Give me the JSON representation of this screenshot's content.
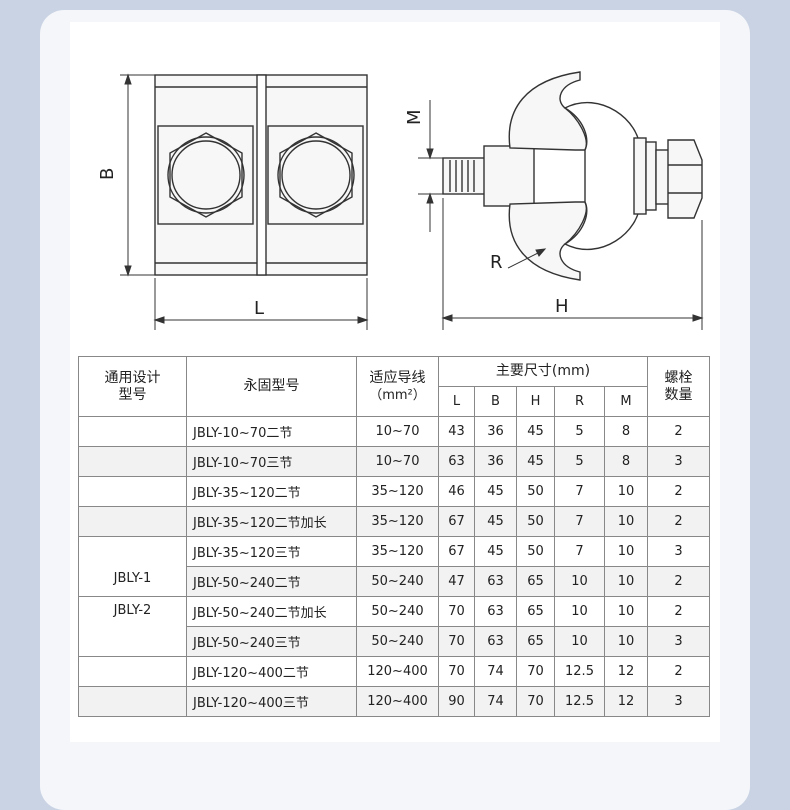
{
  "drawing": {
    "dim_B": "B",
    "dim_L": "L",
    "dim_M": "M",
    "dim_R": "R",
    "dim_H": "H"
  },
  "table": {
    "header_design_model": "通用设计\n型号",
    "header_permanent_model": "永固型号",
    "header_wire_line1": "适应导线",
    "header_wire_line2": "（mm²）",
    "header_main_dims": "主要尺寸(mm)",
    "header_bolt": "螺栓\n数量",
    "dim_cols": [
      "L",
      "B",
      "H",
      "R",
      "M"
    ],
    "groups": [
      {
        "label": "JBLY-1"
      },
      {
        "label": "JBLY-2"
      }
    ],
    "rows": [
      {
        "model": "JBLY-10~70二节",
        "wire": "10~70",
        "L": "43",
        "B": "36",
        "H": "45",
        "R": "5",
        "M": "8",
        "bolts": "2"
      },
      {
        "model": "JBLY-10~70三节",
        "wire": "10~70",
        "L": "63",
        "B": "36",
        "H": "45",
        "R": "5",
        "M": "8",
        "bolts": "3"
      },
      {
        "model": "JBLY-35~120二节",
        "wire": "35~120",
        "L": "46",
        "B": "45",
        "H": "50",
        "R": "7",
        "M": "10",
        "bolts": "2"
      },
      {
        "model": "JBLY-35~120二节加长",
        "wire": "35~120",
        "L": "67",
        "B": "45",
        "H": "50",
        "R": "7",
        "M": "10",
        "bolts": "2"
      },
      {
        "model": "JBLY-35~120三节",
        "wire": "35~120",
        "L": "67",
        "B": "45",
        "H": "50",
        "R": "7",
        "M": "10",
        "bolts": "3"
      },
      {
        "model": "JBLY-50~240二节",
        "wire": "50~240",
        "L": "47",
        "B": "63",
        "H": "65",
        "R": "10",
        "M": "10",
        "bolts": "2"
      },
      {
        "model": "JBLY-50~240二节加长",
        "wire": "50~240",
        "L": "70",
        "B": "63",
        "H": "65",
        "R": "10",
        "M": "10",
        "bolts": "2"
      },
      {
        "model": "JBLY-50~240三节",
        "wire": "50~240",
        "L": "70",
        "B": "63",
        "H": "65",
        "R": "10",
        "M": "10",
        "bolts": "3"
      },
      {
        "model": "JBLY-120~400二节",
        "wire": "120~400",
        "L": "70",
        "B": "74",
        "H": "70",
        "R": "12.5",
        "M": "12",
        "bolts": "2"
      },
      {
        "model": "JBLY-120~400三节",
        "wire": "120~400",
        "L": "90",
        "B": "74",
        "H": "70",
        "R": "12.5",
        "M": "12",
        "bolts": "3"
      }
    ]
  }
}
